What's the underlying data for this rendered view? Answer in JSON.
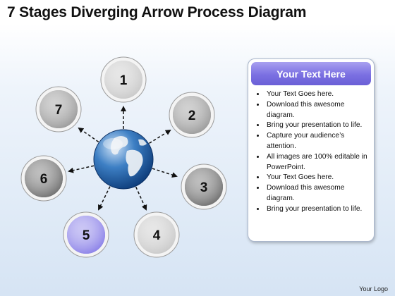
{
  "title": "7 Stages Diverging Arrow Process Diagram",
  "diagram": {
    "stages": [
      {
        "label": "1",
        "color": "#c9c9c9"
      },
      {
        "label": "2",
        "color": "#9a9a9a"
      },
      {
        "label": "3",
        "color": "#6f6f6f"
      },
      {
        "label": "4",
        "color": "#c9c9c9"
      },
      {
        "label": "5",
        "color": "#8a80e8"
      },
      {
        "label": "6",
        "color": "#6f6f6f"
      },
      {
        "label": "7",
        "color": "#9a9a9a"
      }
    ],
    "center_icon": "globe-icon"
  },
  "panel": {
    "header": "Your Text Here",
    "bullets": [
      "Your Text Goes here.",
      "Download this awesome diagram.",
      "Bring your presentation to life.",
      "Capture your audience’s attention.",
      "All images are 100% editable in PowerPoint.",
      "Your Text Goes here.",
      "Download this awesome diagram.",
      "Bring your presentation to life."
    ],
    "header_color": "#7b70e2"
  },
  "footer": {
    "logo_text": "Your Logo"
  }
}
